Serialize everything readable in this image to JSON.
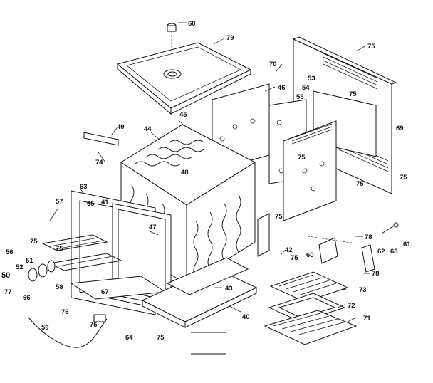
{
  "diagram": {
    "part_labels": [
      "60",
      "79",
      "70",
      "75",
      "46",
      "53",
      "54",
      "55",
      "75",
      "45",
      "44",
      "49",
      "48",
      "74",
      "69",
      "75",
      "75",
      "63",
      "57",
      "65",
      "41",
      "47",
      "75",
      "75",
      "56",
      "75",
      "75",
      "52",
      "51",
      "50",
      "77",
      "66",
      "58",
      "67",
      "76",
      "75",
      "59",
      "64",
      "75",
      "43",
      "40",
      "42",
      "75",
      "60",
      "78",
      "62",
      "61",
      "68",
      "78",
      "73",
      "72",
      "71"
    ]
  }
}
